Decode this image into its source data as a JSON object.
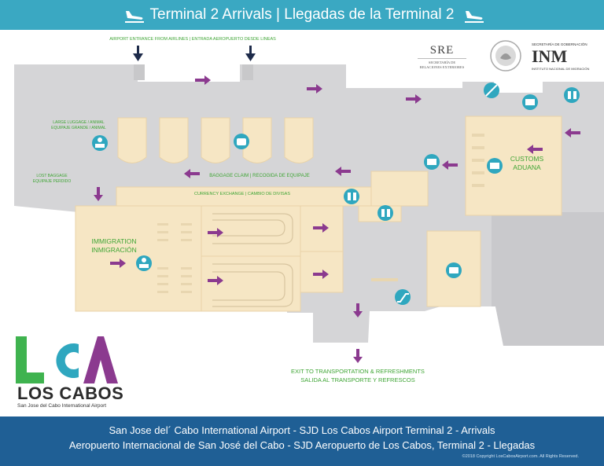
{
  "header": {
    "title": "Terminal 2 Arrivals | Llegadas de la Terminal 2",
    "icon": "plane-landing-icon",
    "bg_color": "#3aa8c2"
  },
  "map": {
    "labels": {
      "airport_entrance": "AIRPORT ENTRANCE FROM AIRLINES | ENTRADA AEROPUERTO DESDE LINEAS",
      "large_luggage_1": "LARGE LUGGAGE / ANIMAL",
      "large_luggage_2": "EQUIPAJE GRANDE / ANIMAL",
      "lost_baggage_1": "LOST BAGGAGE",
      "lost_baggage_2": "EQUIPAJE PERDIDO",
      "baggage_claim": "BAGGAGE CLAIM | RECOGIDA DE EQUIPAJE",
      "currency_exchange": "CURRENCY EXCHANGE | CAMBIO DE DIVISAS",
      "customs_1": "CUSTOMS",
      "customs_2": "ADUANA",
      "immigration_1": "IMMIGRATION",
      "immigration_2": "INMIGRACIÓN",
      "exit_1": "EXIT TO TRANSPORTATION & REFRESHMENTS",
      "exit_2": "SALIDA AL TRANSPORTE Y REFRESCOS"
    },
    "icons": [
      "immigration-officer-icon",
      "baggage-icon",
      "no-smoking-icon",
      "luggage-cart-icon",
      "restroom-icon",
      "escalator-icon",
      "currency-icon"
    ],
    "colors": {
      "arrow": "#8b3a8f",
      "entrance_arrow": "#1e2b4a",
      "label": "#3fa535",
      "icon_bg": "#2fa7bf"
    }
  },
  "logos": {
    "sre_title": "SRE",
    "sre_sub_1": "SECRETARÍA DE",
    "sre_sub_2": "RELACIONES EXTERIORES",
    "inm_top": "SECRETARÍA DE GOBERNACIÓN",
    "inm_title": "INM",
    "inm_sub": "INSTITUTO NACIONAL DE MIGRACIÓN",
    "lca": "LCA",
    "los_cabos": "LOS CABOS",
    "lca_sub": "San Jose del Cabo International Airport"
  },
  "footer": {
    "line1": "San Jose del´ Cabo International Airport - SJD Los Cabos Airport Terminal 2 - Arrivals",
    "line2": "Aeropuerto Internacional de San José del Cabo - SJD Aeropuerto de Los Cabos, Terminal 2 - Llegadas",
    "copyright": "©2018 Copyright LosCabosAirport.com. All Rights Reserved.",
    "bg_color": "#1f5f95"
  }
}
